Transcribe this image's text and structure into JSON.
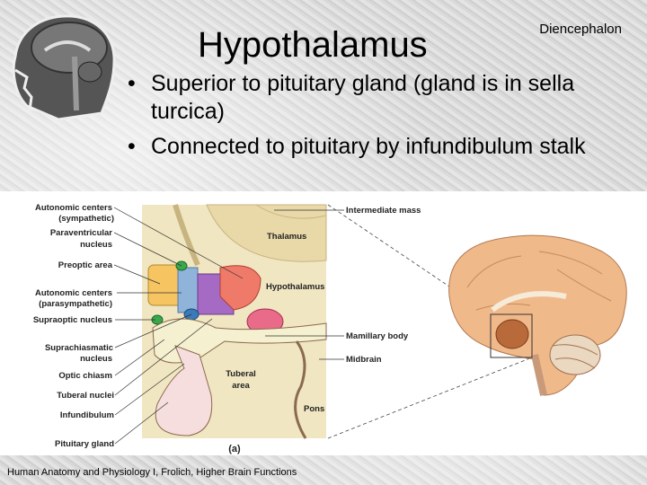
{
  "slide": {
    "corner_label": "Diencephalon",
    "title": "Hypothalamus",
    "bullets": [
      "Superior to pituitary gland (gland is in sella turcica)",
      "Connected to pituitary by infundibulum stalk"
    ],
    "footer": "Human Anatomy and Physiology I, Frolich, Higher Brain Functions"
  },
  "figure": {
    "left_labels": {
      "autonomic_symp_1": "Autonomic centers",
      "autonomic_symp_2": "(sympathetic)",
      "paraventricular_1": "Paraventricular",
      "paraventricular_2": "nucleus",
      "preoptic": "Preoptic area",
      "autonomic_para_1": "Autonomic centers",
      "autonomic_para_2": "(parasympathetic)",
      "supraoptic": "Supraoptic nucleus",
      "suprachiasmatic_1": "Suprachiasmatic",
      "suprachiasmatic_2": "nucleus",
      "optic_chiasm": "Optic chiasm",
      "tuberal_nuclei": "Tuberal nuclei",
      "infundibulum": "Infundibulum",
      "pituitary": "Pituitary gland"
    },
    "inner_labels": {
      "thalamus": "Thalamus",
      "hypothalamus": "Hypothalamus",
      "tuberal_area_1": "Tuberal",
      "tuberal_area_2": "area",
      "pons": "Pons"
    },
    "right_labels": {
      "intermediate_mass": "Intermediate mass",
      "mamillary_body": "Mamillary body",
      "midbrain": "Midbrain"
    },
    "caption": "(a)"
  }
}
